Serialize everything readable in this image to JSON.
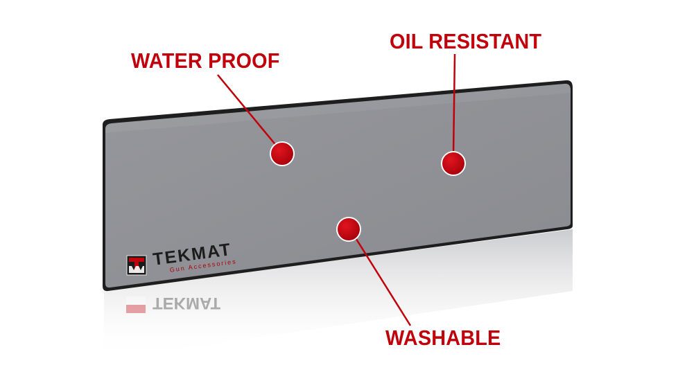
{
  "features": {
    "water_proof": "WATER PROOF",
    "oil_resistant": "OIL RESISTANT",
    "washable": "WASHABLE"
  },
  "brand": {
    "name": "TEKMAT",
    "tagline": "Gun Accessories"
  },
  "colors": {
    "accent": "#c0000b",
    "mat_surface": "#8f9095",
    "mat_edge": "#1e1e1e"
  }
}
